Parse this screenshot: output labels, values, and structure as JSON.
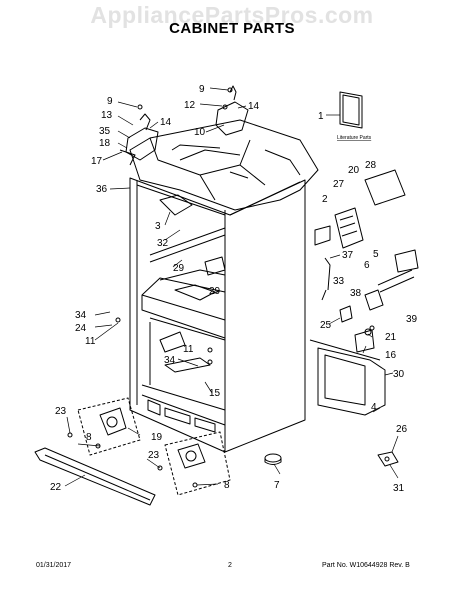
{
  "watermark": "AppliancePartsPros.com",
  "title": "CABINET PARTS",
  "literature_label": "Literature Parts",
  "callouts": [
    "9",
    "13",
    "35",
    "18",
    "17",
    "14",
    "9",
    "12",
    "14",
    "10",
    "36",
    "1",
    "20",
    "28",
    "27",
    "2",
    "3",
    "32",
    "37",
    "5",
    "29",
    "29",
    "6",
    "33",
    "38",
    "39",
    "34",
    "24",
    "11",
    "25",
    "21",
    "16",
    "11",
    "34",
    "15",
    "30",
    "23",
    "4",
    "8",
    "19",
    "23",
    "26",
    "8",
    "7",
    "22",
    "31"
  ],
  "footer": {
    "date": "01/31/2017",
    "page": "2",
    "part_no": "Part No. W10644928  Rev. B"
  }
}
